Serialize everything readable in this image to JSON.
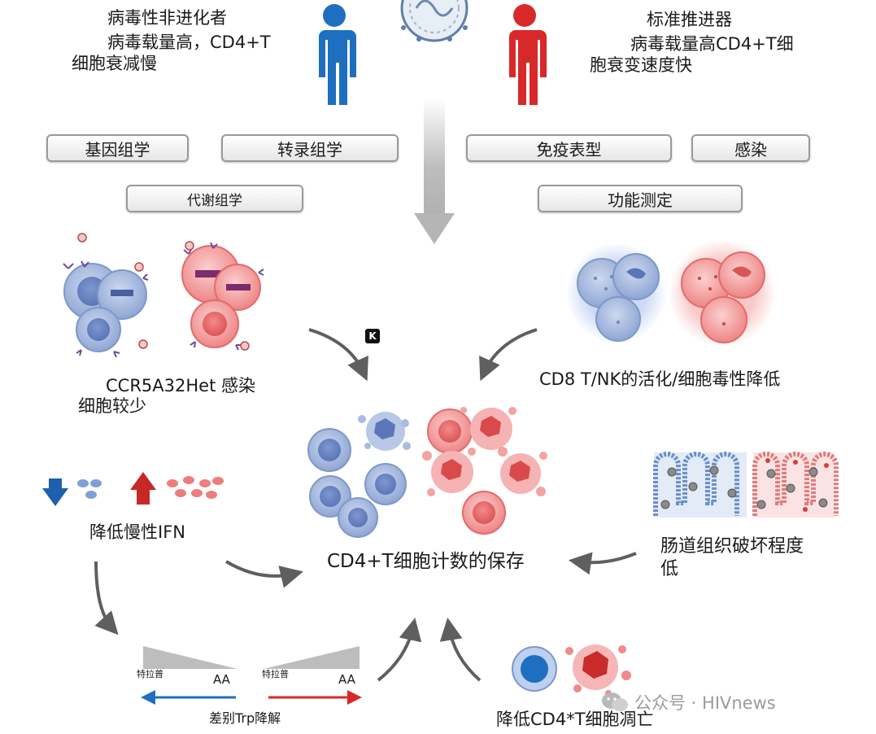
{
  "left_patient": {
    "title": "病毒性非进化者",
    "desc_line1": "病毒载量高，CD4+T",
    "desc_line2": "细胞衰减慢"
  },
  "right_patient": {
    "title": "标准推进器",
    "desc_line1": "病毒载量高CD4+T细",
    "desc_line2": "胞衰变速度快"
  },
  "omics": {
    "genomics": "基因组学",
    "transcriptomics": "转录组学",
    "metabolomics": "代谢组学",
    "immunophenotype": "免疫表型",
    "infection": "感染",
    "functional_assay": "功能测定"
  },
  "panels": {
    "ccr5_line1": "CCR5A32Het 感染",
    "ccr5_line2": "细胞较少",
    "cd8_label": "CD8 T/NK的活化/细胞毒性降低",
    "ifn_label": "降低慢性IFN",
    "gut_line1": "肠道组织破坏程度",
    "gut_line2": "低",
    "center_label": "CD4+T细胞计数的保存",
    "trp_label": "差别Trp降解",
    "trp_left_small": "特拉普",
    "trp_left_aa": "AA",
    "trp_right_small": "特拉普",
    "trp_right_aa": "AA",
    "depletion_label": "降低CD4*T细胞凋亡",
    "k_badge": "K"
  },
  "watermark": {
    "text": "公众号 · HIVnews"
  },
  "colors": {
    "blue": "#1f6fc0",
    "red": "#d8292a",
    "cell_blue": "#9fb5dc",
    "cell_red": "#f08a8a",
    "arrow_gray": "#5f5f5f"
  }
}
